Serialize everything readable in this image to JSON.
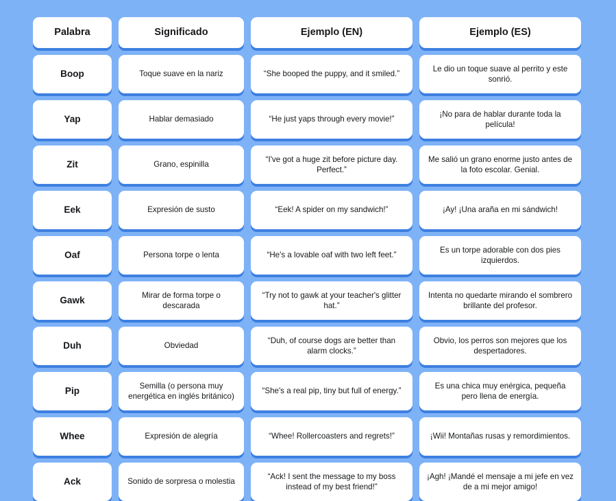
{
  "theme": {
    "background": "#7eb2f7",
    "cell_background": "#ffffff",
    "cell_shadow": "#3d7fe0",
    "text_color": "#15171a"
  },
  "table": {
    "columns": [
      "Palabra",
      "Significado",
      "Ejemplo (EN)",
      "Ejemplo (ES)"
    ],
    "rows": [
      {
        "palabra": "Boop",
        "significado": "Toque suave en la nariz",
        "ejemplo_en": "“She booped the puppy, and it smiled.”",
        "ejemplo_es": "Le dio un toque suave al perrito y este sonrió."
      },
      {
        "palabra": "Yap",
        "significado": "Hablar demasiado",
        "ejemplo_en": "“He just yaps through every movie!”",
        "ejemplo_es": "¡No para de hablar durante toda la película!"
      },
      {
        "palabra": "Zit",
        "significado": "Grano, espinilla",
        "ejemplo_en": "“I've got a huge zit before picture day. Perfect.”",
        "ejemplo_es": "Me salió un grano enorme justo antes de la foto escolar. Genial."
      },
      {
        "palabra": "Eek",
        "significado": "Expresión de susto",
        "ejemplo_en": "“Eek! A spider on my sandwich!”",
        "ejemplo_es": "¡Ay! ¡Una araña en mi sándwich!"
      },
      {
        "palabra": "Oaf",
        "significado": "Persona torpe o lenta",
        "ejemplo_en": "“He's a lovable oaf with two left feet.”",
        "ejemplo_es": "Es un torpe adorable con dos pies izquierdos."
      },
      {
        "palabra": "Gawk",
        "significado": "Mirar de forma torpe o descarada",
        "ejemplo_en": "“Try not to gawk at your teacher's glitter hat.”",
        "ejemplo_es": "Intenta no quedarte mirando el sombrero brillante del profesor."
      },
      {
        "palabra": "Duh",
        "significado": "Obviedad",
        "ejemplo_en": "“Duh, of course dogs are better than alarm clocks.”",
        "ejemplo_es": "Obvio, los perros son mejores que los despertadores."
      },
      {
        "palabra": "Pip",
        "significado": "Semilla (o persona muy energética en inglés británico)",
        "ejemplo_en": "“She's a real pip, tiny but full of energy.”",
        "ejemplo_es": "Es una chica muy enérgica, pequeña pero llena de energía."
      },
      {
        "palabra": "Whee",
        "significado": "Expresión de alegría",
        "ejemplo_en": "“Whee! Rollercoasters and regrets!”",
        "ejemplo_es": "¡Wii! Montañas rusas y remordimientos."
      },
      {
        "palabra": "Ack",
        "significado": "Sonido de sorpresa o molestia",
        "ejemplo_en": "“Ack! I sent the message to my boss instead of my best friend!”",
        "ejemplo_es": "¡Agh! ¡Mandé el mensaje a mi jefe en vez de a mi mejor amigo!"
      }
    ]
  }
}
